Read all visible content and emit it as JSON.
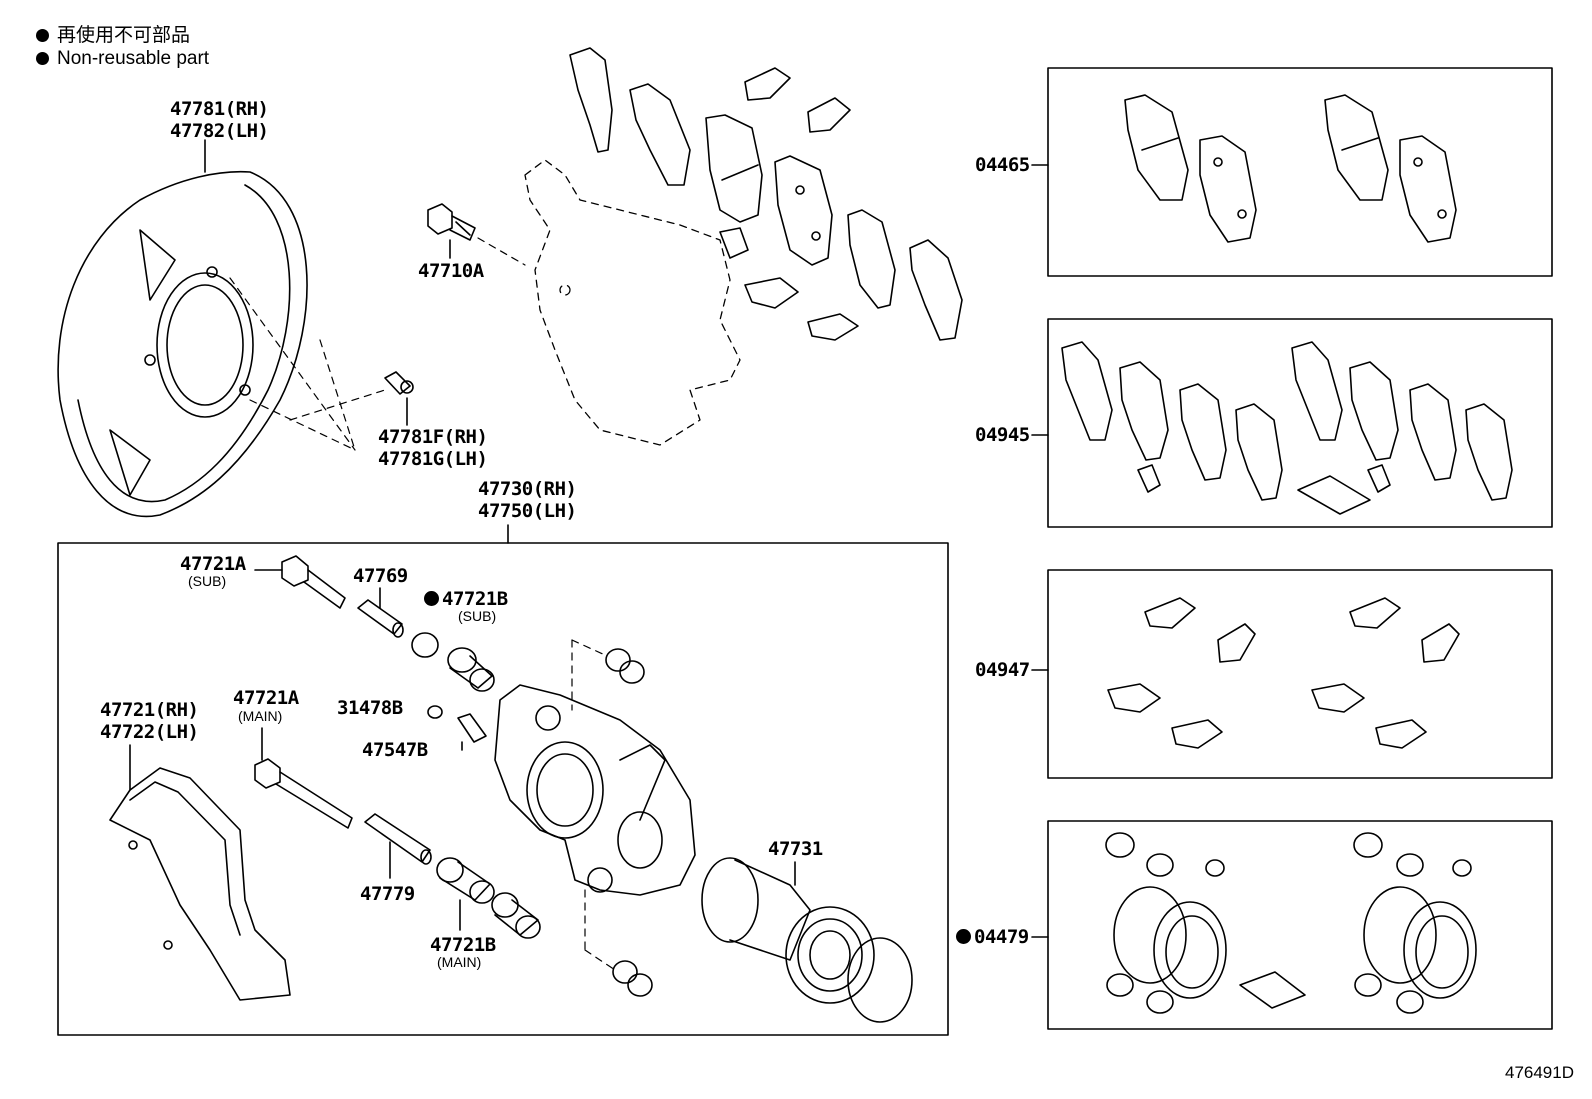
{
  "legend": {
    "line_jp": "再使用不可部品",
    "line_en": "Non-reusable part"
  },
  "labels": {
    "shield": [
      "47781(RH)",
      "47782(LH)"
    ],
    "bolt_top": "47710A",
    "screw": [
      "47781F(RH)",
      "47781G(LH)"
    ],
    "caliper_assy": [
      "47730(RH)",
      "47750(LH)"
    ],
    "bolt_sub": "47721A",
    "bolt_sub_note": "(SUB)",
    "pin_sub": "47769",
    "boot_sub": "47721B",
    "boot_sub_note": "(SUB)",
    "cap": "31478B",
    "bleeder": "47547B",
    "mounting": [
      "47721(RH)",
      "47722(LH)"
    ],
    "bolt_main": "47721A",
    "bolt_main_note": "(MAIN)",
    "pin_main": "47779",
    "boot_main": "47721B",
    "boot_main_note": "(MAIN)",
    "piston": "47731",
    "kit_pads": "04465",
    "kit_shims": "04945",
    "kit_clips": "04947",
    "kit_seals": "04479",
    "illustration_no": "476491D"
  }
}
